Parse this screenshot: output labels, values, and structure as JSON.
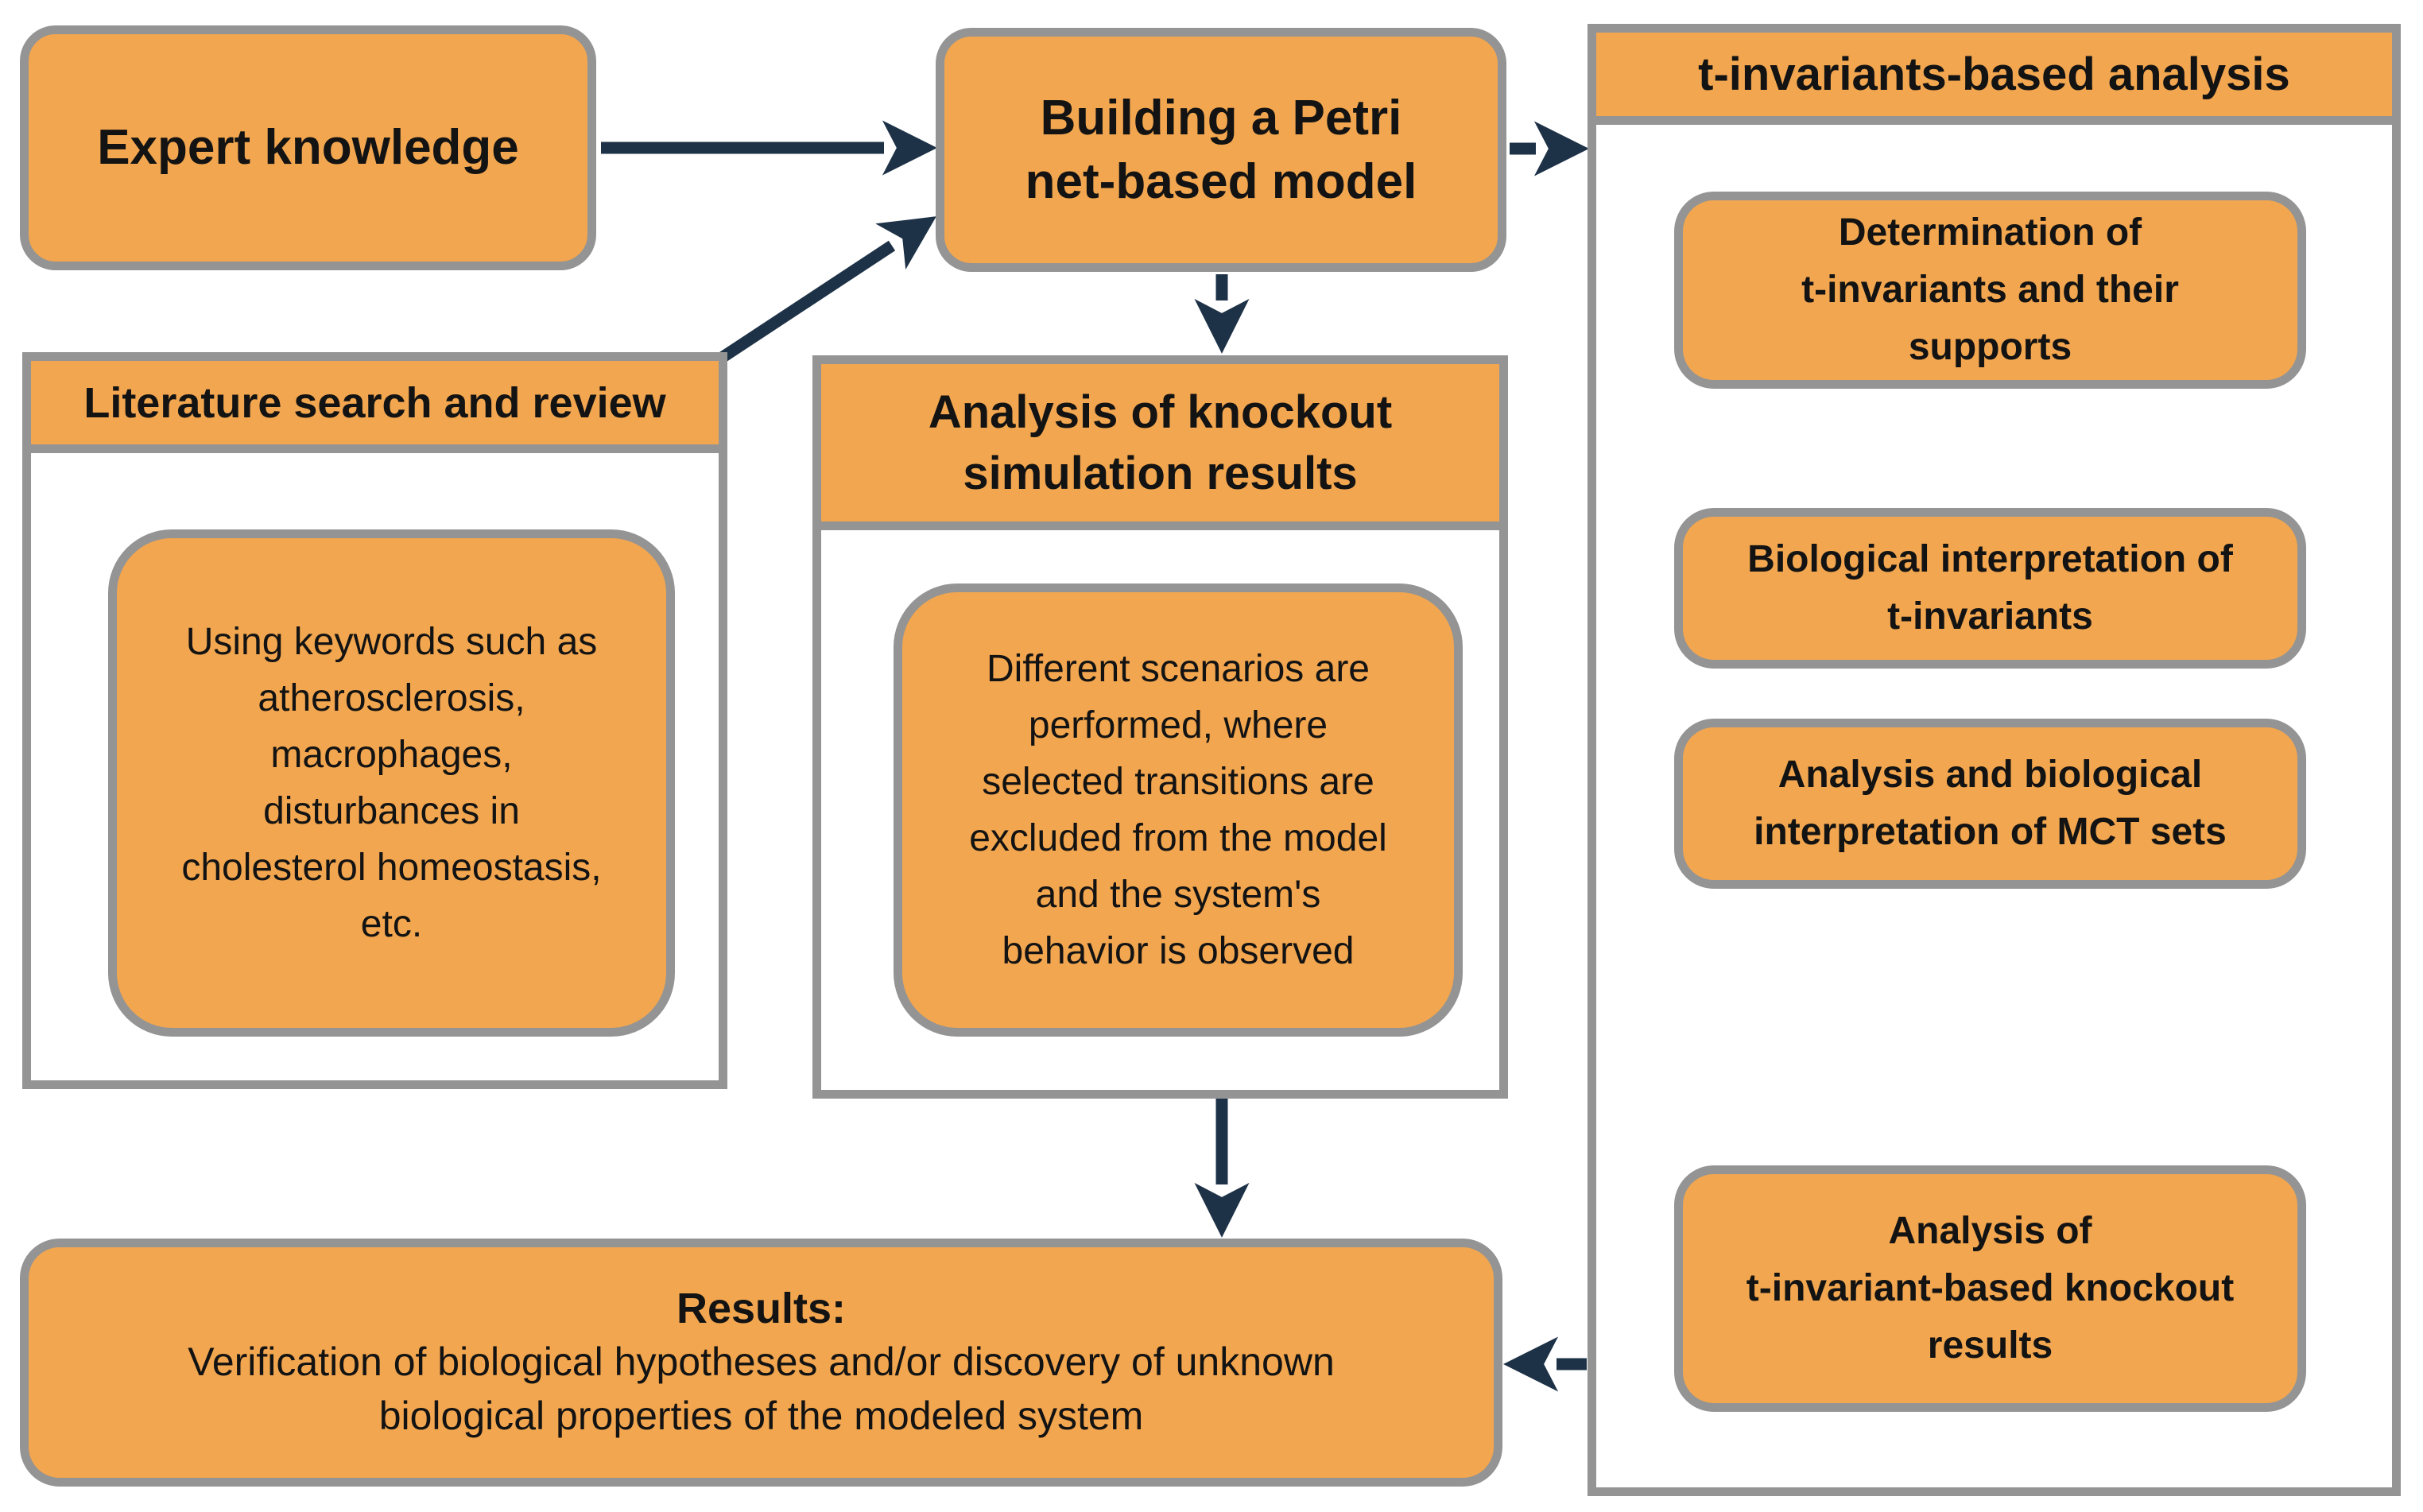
{
  "colors": {
    "box_fill": "#F2A64F",
    "border_gray": "#949494",
    "arrow_navy": "#1E3247",
    "text": "#131313",
    "background": "#FFFFFF"
  },
  "boxes": {
    "expert": {
      "label": "Expert knowledge"
    },
    "petri": {
      "label": "Building a Petri\nnet-based model"
    },
    "literature": {
      "header": "Literature search and review",
      "note": "Using keywords such as\natherosclerosis,\nmacrophages,\ndisturbances in\ncholesterol homeostasis,\netc."
    },
    "knockout": {
      "header": "Analysis of knockout\nsimulation results",
      "note": "Different scenarios are\nperformed, where\nselected transitions are\nexcluded from the model\nand the system's\nbehavior is observed"
    },
    "tinvariants": {
      "header": "t-invariants-based analysis",
      "steps": [
        {
          "label": "Determination of\nt-invariants and their\nsupports"
        },
        {
          "label": "Biological interpretation of\nt-invariants"
        },
        {
          "label": "Analysis and biological\ninterpretation of MCT sets"
        },
        {
          "label": "Analysis of\nt-invariant-based knockout\nresults"
        }
      ]
    },
    "results": {
      "title": "Results:",
      "body": "Verification of biological hypotheses and/or discovery of unknown\nbiological properties of the modeled system"
    }
  },
  "connections": [
    {
      "from": "expert-knowledge",
      "to": "petri-model"
    },
    {
      "from": "literature-search",
      "to": "petri-model"
    },
    {
      "from": "petri-model",
      "to": "t-invariants-analysis"
    },
    {
      "from": "petri-model",
      "to": "knockout-simulation"
    },
    {
      "from": "knockout-simulation",
      "to": "results"
    },
    {
      "from": "t-invariants-analysis",
      "to": "results"
    }
  ]
}
